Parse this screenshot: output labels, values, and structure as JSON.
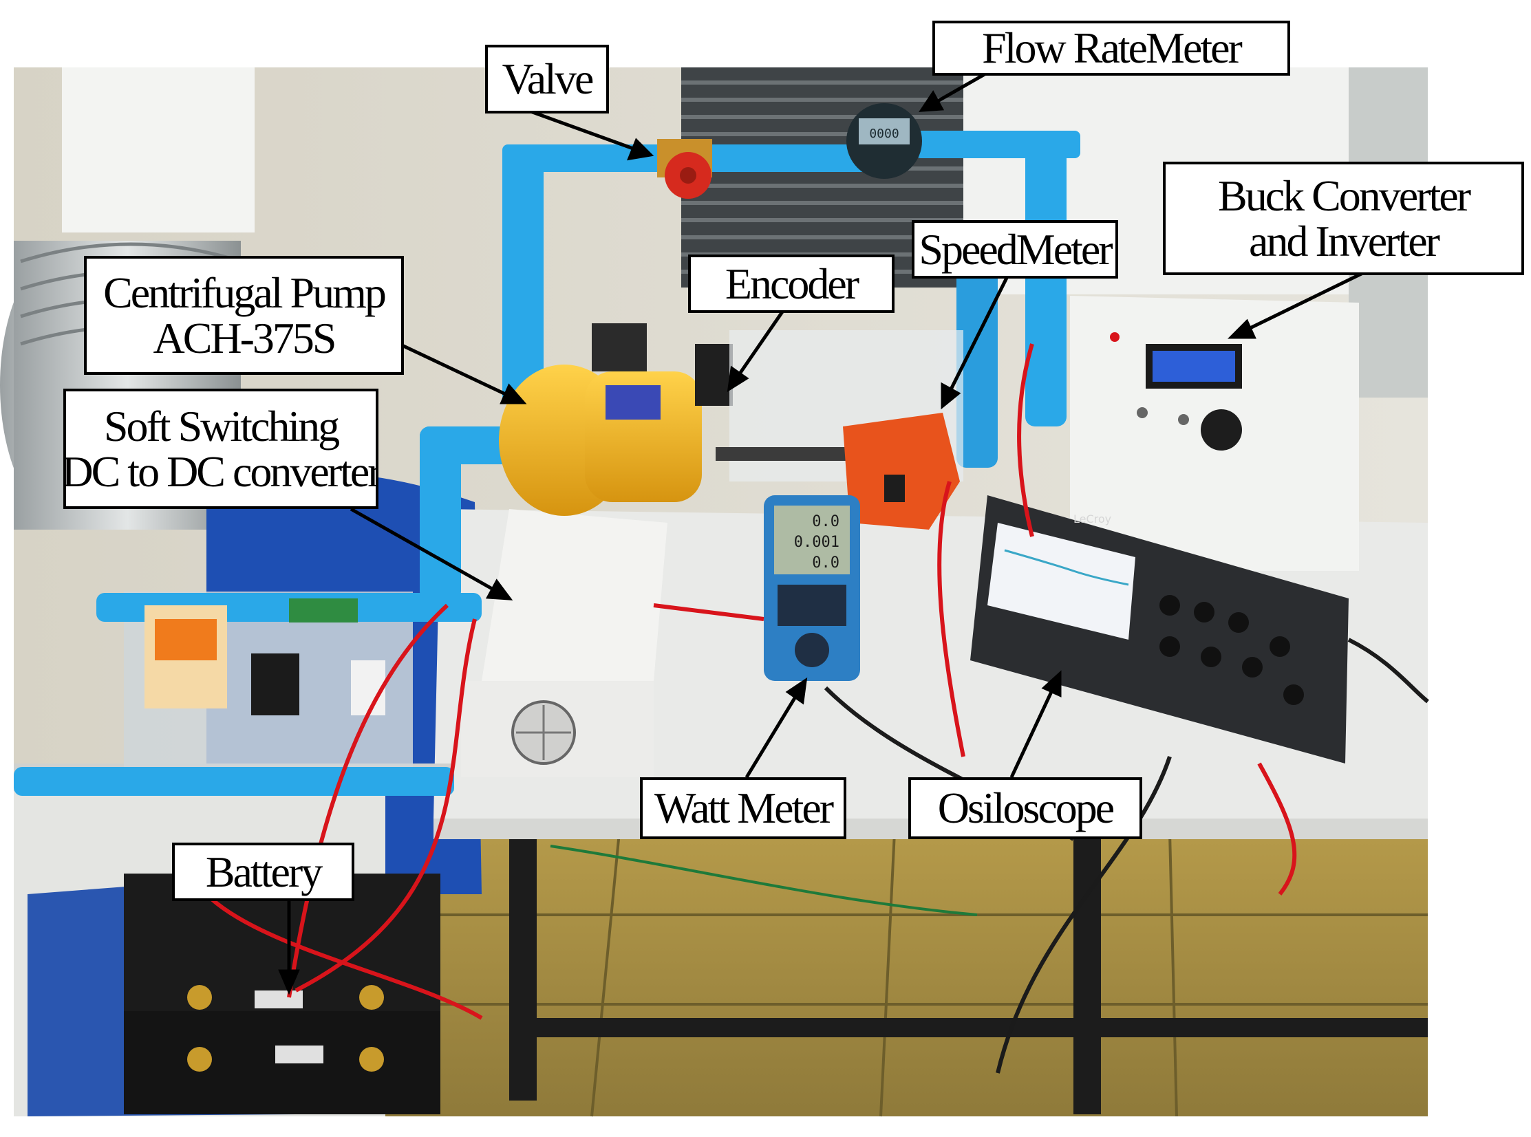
{
  "figure": {
    "labels": {
      "flow_rate_meter": "Flow RateMeter",
      "valve": "Valve",
      "buck_converter_line1": "Buck Converter",
      "buck_converter_line2": "and Inverter",
      "speed_meter": "SpeedMeter",
      "encoder": "Encoder",
      "centrifugal_pump_line1": "Centrifugal Pump",
      "centrifugal_pump_line2": "ACH-375S",
      "soft_switching_line1": "Soft Switching",
      "soft_switching_line2": "DC to DC converter",
      "watt_meter": "Watt Meter",
      "osiloscope": "Osiloscope",
      "battery": "Battery"
    },
    "device_text": {
      "oscilloscope_brand": "LeCroy",
      "wattmeter_reading_1": "0.0",
      "wattmeter_reading_2": "0.001",
      "wattmeter_reading_3": "0.0",
      "flowmeter_reading": "0000"
    },
    "colors": {
      "pipe_blue": "#2aa8e8",
      "pump_yellow": "#f2b21a",
      "valve_red": "#d62a1e",
      "speedmeter_orange": "#e8531c",
      "wattmeter_blue": "#2d7fc4",
      "cable_red": "#d8141b",
      "table_white": "#e9eae8",
      "scope_dark": "#2b2d30"
    }
  }
}
